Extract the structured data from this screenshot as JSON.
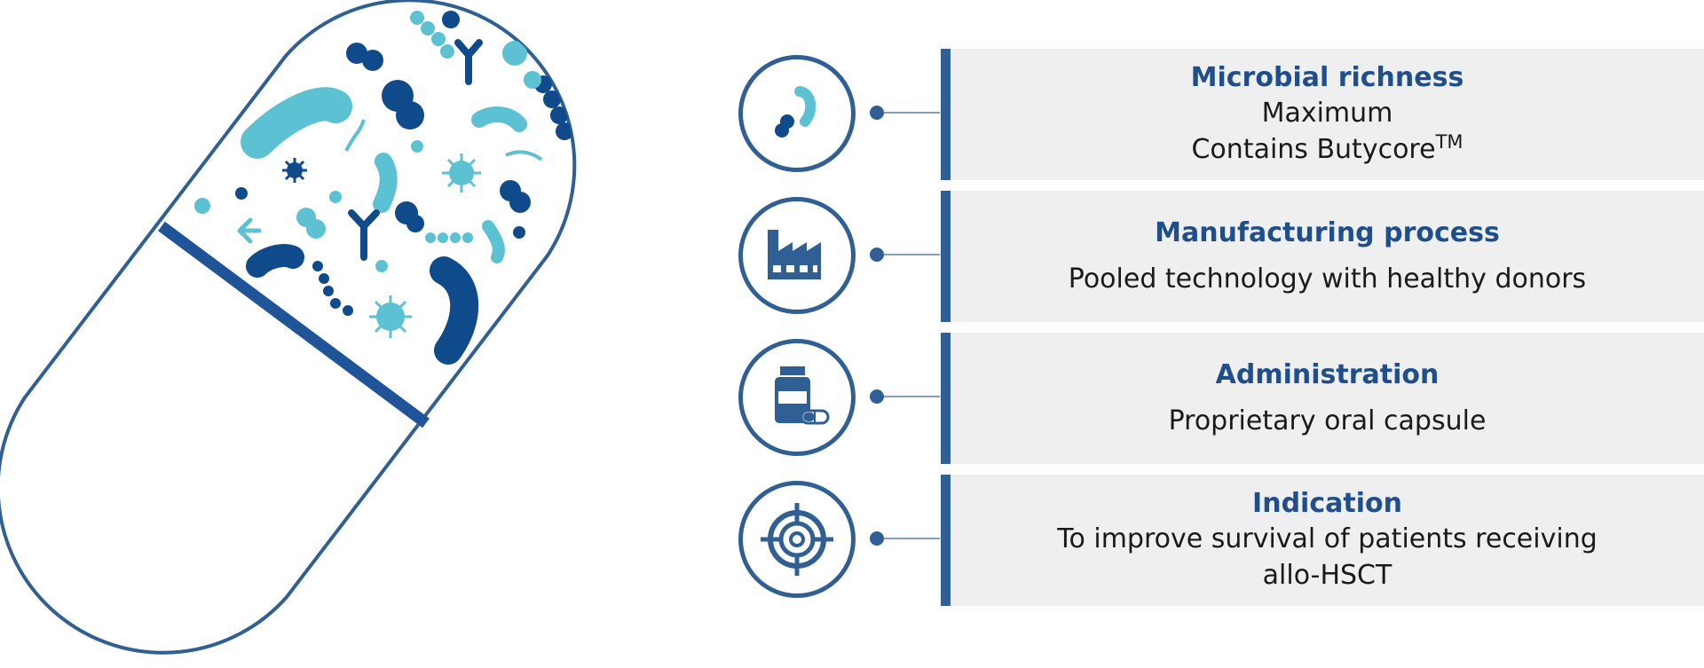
{
  "colors": {
    "navy": "#2f5f93",
    "dark_blue": "#0f4a8a",
    "teal": "#5cc1d3",
    "panel_bg": "#efefef",
    "title_blue": "#1f4e8c"
  },
  "items": [
    {
      "icon": "bacteria-icon",
      "title": "Microbial richness",
      "lines": [
        "Maximum",
        "Contains Butycore"
      ],
      "superscript": "TM"
    },
    {
      "icon": "factory-icon",
      "title": "Manufacturing process",
      "lines": [
        "Pooled technology with healthy donors"
      ]
    },
    {
      "icon": "medicine-bottle-icon",
      "title": "Administration",
      "lines": [
        "Proprietary oral capsule"
      ]
    },
    {
      "icon": "target-icon",
      "title": "Indication",
      "lines": [
        "To improve survival of patients receiving",
        "allo-HSCT"
      ]
    }
  ]
}
